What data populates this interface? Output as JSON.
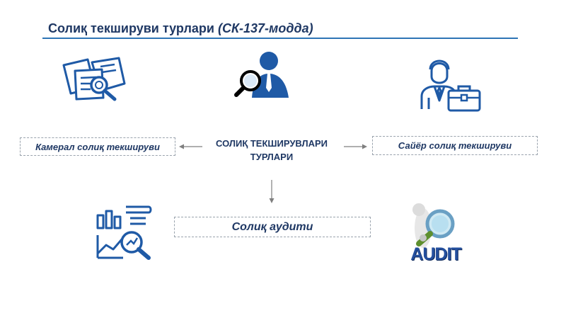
{
  "title": {
    "main": "Солиқ текшируви турлари ",
    "paren": "(СК-137-модда)"
  },
  "center": {
    "line1": "СОЛИҚ ТЕКШИРУВЛАРИ",
    "line2": "ТУРЛАРИ"
  },
  "boxes": {
    "left": "Камерал солиқ текшируви",
    "right": "Сайёр солиқ текшируви",
    "bottom": "Солиқ аудити"
  },
  "audit_logo_text": "AUDIT",
  "colors": {
    "primary": "#1f3864",
    "accent": "#2e75b6",
    "icon": "#1f5aa6"
  }
}
